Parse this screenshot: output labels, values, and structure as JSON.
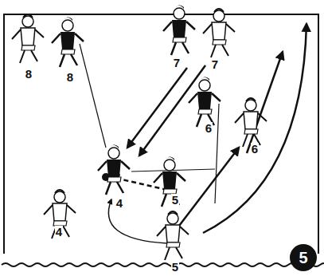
{
  "diagram": {
    "nodes": [
      {
        "text": [
          "5"
        ]
      }
    ],
    "edges": [],
    "labels": [
      "8",
      "8",
      "7",
      "7",
      "6",
      "6",
      "4",
      "5",
      "4",
      "5"
    ]
  }
}
